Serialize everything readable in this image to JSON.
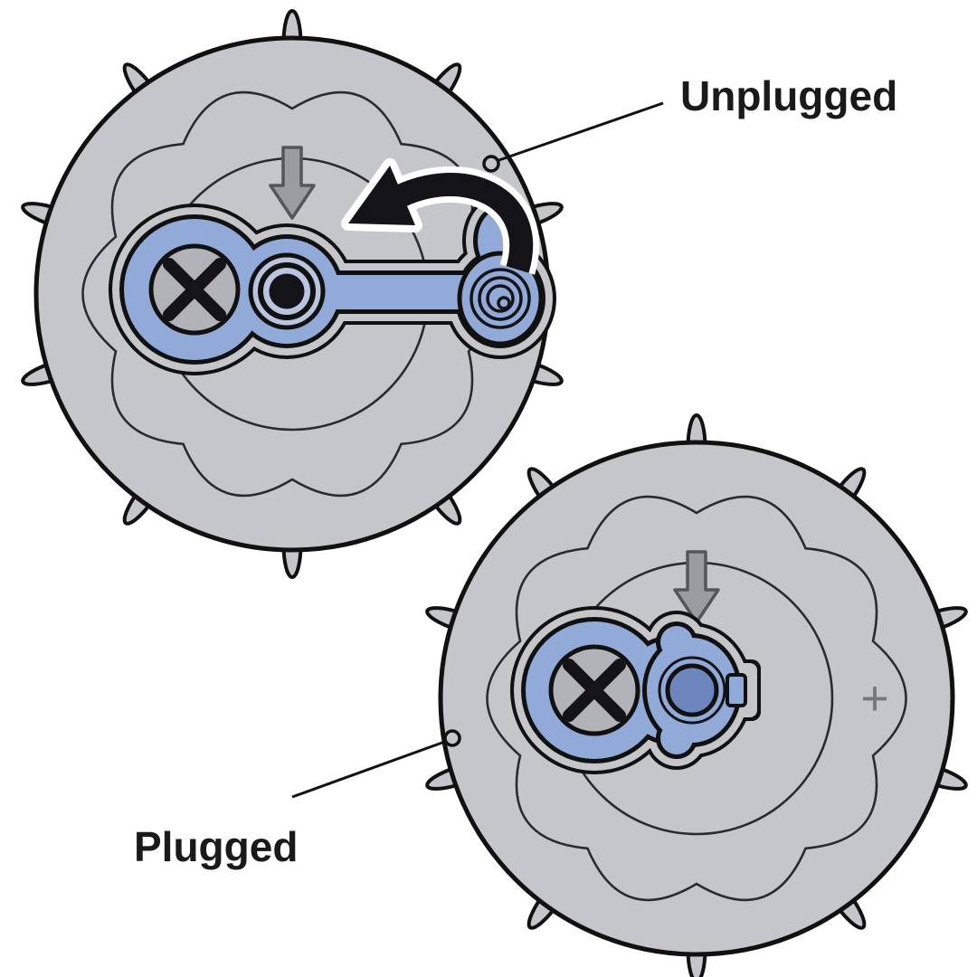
{
  "labels": {
    "unplugged": "Unplugged",
    "plugged": "Plugged"
  },
  "marks": {
    "plus": "+"
  },
  "icons": {
    "rotation_arrow": "curved-arrow-counterclockwise",
    "press_arrow": "arrow-down",
    "drain_screw": "cross-slot-screw"
  },
  "colors": {
    "background": "#ffffff",
    "cap-gray": "#c5c6c9",
    "ink": "#111111",
    "ink-soft": "#2b2b2f",
    "ink-deep": "#141418",
    "blue": "#92aad8",
    "blue-pale": "#b9c4de",
    "blue-dark": "#6d86bd",
    "screw-gray": "#b2b3b8",
    "arrow-gray": "#9b9ca2",
    "arrow-stroke": "#55565c",
    "label": "#1a1a1a",
    "plus": "#77787e"
  }
}
